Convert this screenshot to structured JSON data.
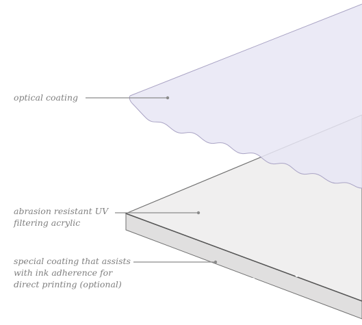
{
  "labels": {
    "optical_coating": "optical coating",
    "abrasion": [
      "abrasion resistant UV",
      "filtering acrylic"
    ],
    "special_coating": [
      "special coating that assists",
      "with ink adherence for",
      "direct printing (optional)"
    ]
  },
  "colors": {
    "coating_fill": "#e8e6f4",
    "coating_edge": "#a9a3c4",
    "acrylic_top": "#f0efef",
    "acrylic_side": "#e0dfdf",
    "acrylic_edge": "#6f6f6f",
    "leader_line": "#8a8a8a",
    "label_text": "#7f7f7f"
  }
}
